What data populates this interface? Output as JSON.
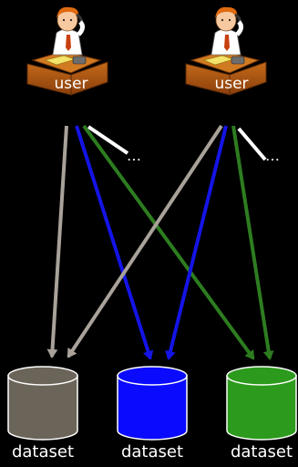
{
  "users": [
    {
      "label": "user",
      "more": "…"
    },
    {
      "label": "user",
      "more": "…"
    }
  ],
  "datasets": [
    {
      "label": "dataset",
      "color": "#6b6459"
    },
    {
      "label": "dataset",
      "color": "#0a0aff"
    },
    {
      "label": "dataset",
      "color": "#2c9a1c"
    }
  ],
  "arrow_colors": {
    "gray": "#a8a29a",
    "blue": "#1414e6",
    "green": "#2d7d20",
    "white": "#ffffff"
  }
}
